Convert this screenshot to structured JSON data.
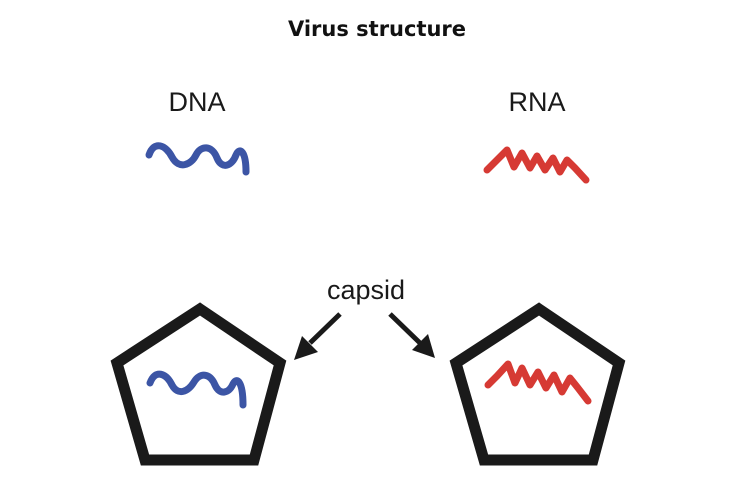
{
  "title": "Virus structure",
  "labels": {
    "dna": "DNA",
    "rna": "RNA",
    "capsid": "capsid"
  },
  "colors": {
    "dna": "#3c55a5",
    "rna": "#d63a34",
    "outline": "#1a1a1a",
    "background": "#ffffff"
  }
}
